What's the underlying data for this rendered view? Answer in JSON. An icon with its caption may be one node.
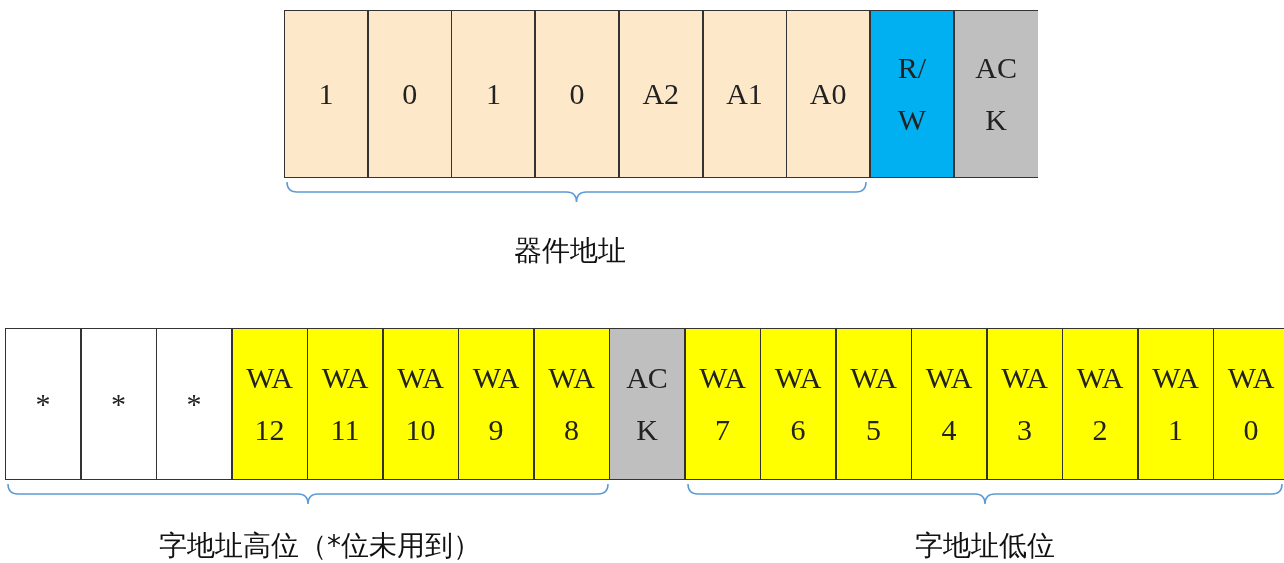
{
  "diagram": {
    "nodes": [
      {
        "text": [
          "1"
        ]
      },
      {
        "text": [
          "0"
        ]
      },
      {
        "text": [
          "1"
        ]
      },
      {
        "text": [
          "0"
        ]
      },
      {
        "text": [
          "A2"
        ]
      },
      {
        "text": [
          "A1"
        ]
      },
      {
        "text": [
          "A0"
        ]
      },
      {
        "text": [
          "R/ W"
        ]
      },
      {
        "text": [
          "AC K"
        ]
      },
      {
        "text": [
          "*"
        ]
      },
      {
        "text": [
          "*"
        ]
      },
      {
        "text": [
          "*"
        ]
      },
      {
        "text": [
          "WA 12"
        ]
      },
      {
        "text": [
          "WA 11"
        ]
      },
      {
        "text": [
          "WA 10"
        ]
      },
      {
        "text": [
          "WA 9"
        ]
      },
      {
        "text": [
          "WA 8"
        ]
      },
      {
        "text": [
          "AC K"
        ]
      },
      {
        "text": [
          "WA 7"
        ]
      },
      {
        "text": [
          "WA 6"
        ]
      },
      {
        "text": [
          "WA 5"
        ]
      },
      {
        "text": [
          "WA 4"
        ]
      },
      {
        "text": [
          "WA 3"
        ]
      },
      {
        "text": [
          "WA 2"
        ]
      },
      {
        "text": [
          "WA 1"
        ]
      },
      {
        "text": [
          "WA 0"
        ]
      }
    ],
    "labels": [
      "器件地址",
      "字地址高位（*位未用到）",
      "字地址低位"
    ]
  }
}
